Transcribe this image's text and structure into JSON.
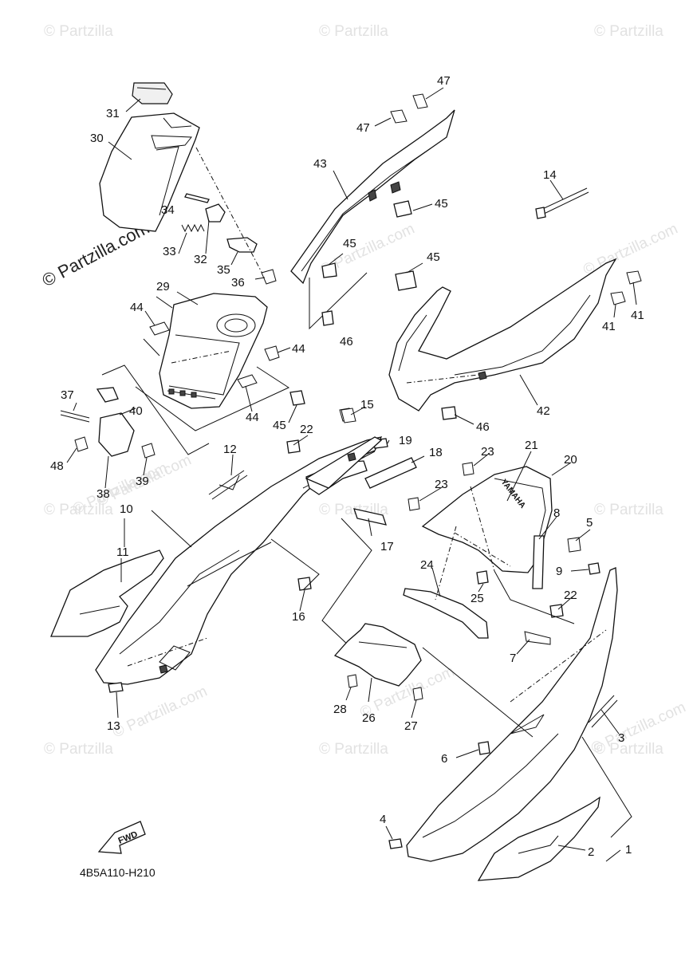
{
  "watermark": "© Partzilla",
  "watermark_com": "© Partzilla.com",
  "diagram_code": "4B5A110-H210",
  "fwd_label": "FWD",
  "brand_text": "YAMAHA",
  "callouts": [
    "1",
    "2",
    "3",
    "4",
    "5",
    "6",
    "7",
    "8",
    "9",
    "10",
    "11",
    "12",
    "13",
    "14",
    "15",
    "16",
    "17",
    "18",
    "19",
    "20",
    "21",
    "22",
    "23",
    "24",
    "25",
    "26",
    "27",
    "28",
    "29",
    "30",
    "31",
    "32",
    "33",
    "34",
    "35",
    "36",
    "37",
    "38",
    "39",
    "40",
    "41",
    "42",
    "43",
    "44",
    "45",
    "46",
    "47",
    "48"
  ],
  "colors": {
    "line": "#111111",
    "background": "#ffffff",
    "watermark": "#e2e2e2"
  }
}
